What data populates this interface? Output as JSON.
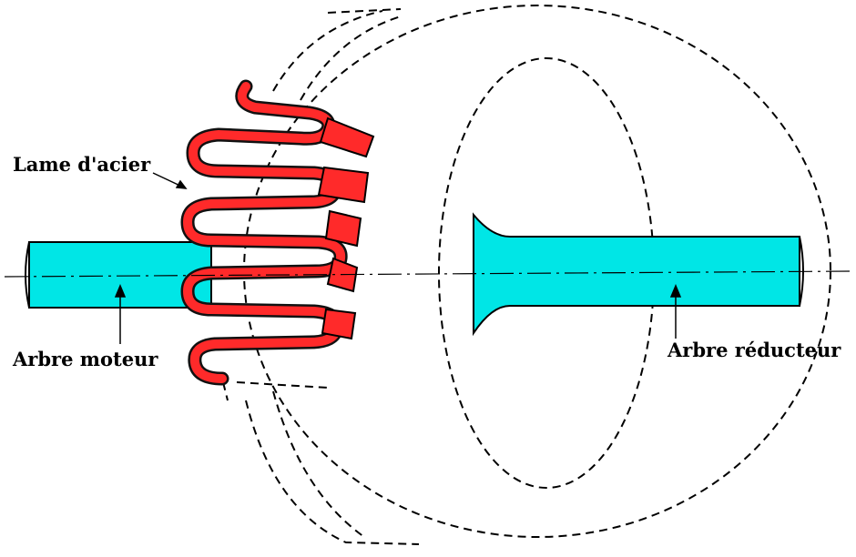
{
  "labels": {
    "steel_blade": "Lame d'acier",
    "motor_shaft": "Arbre moteur",
    "reducer_shaft": "Arbre réducteur"
  },
  "colors": {
    "shaft": "#00e6e6",
    "blade": "#ff2a2a",
    "outline": "#000000",
    "background": "#ffffff"
  }
}
